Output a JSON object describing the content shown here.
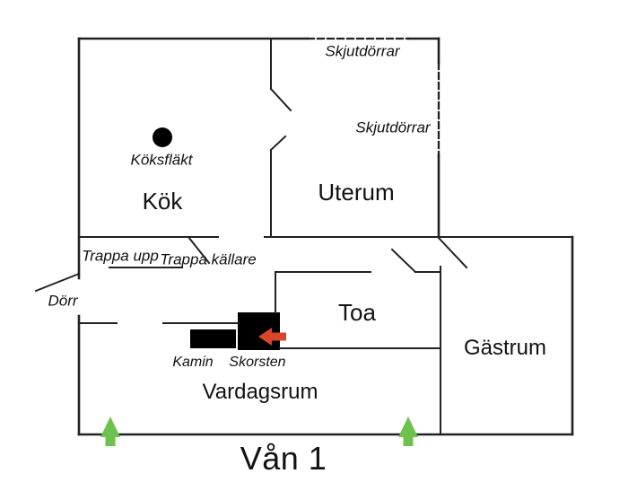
{
  "floor_title": "Vån 1",
  "rooms": {
    "kok": "Kök",
    "uterum": "Uterum",
    "toa": "Toa",
    "gastrum": "Gästrum",
    "vardagsrum": "Vardagsrum"
  },
  "features": {
    "koksflakt": "Köksfläkt",
    "skjutdorrar_top": "Skjutdörrar",
    "skjutdorrar_right": "Skjutdörrar",
    "trappa_upp": "Trappa upp",
    "trappa_kallare": "Trappa källare",
    "dorr": "Dörr",
    "kamin": "Kamin",
    "skorsten": "Skorsten"
  },
  "colors": {
    "wall": "#222222",
    "feature_black": "#000000",
    "arrow_green": "#6dc24d",
    "arrow_red": "#d9452a"
  }
}
